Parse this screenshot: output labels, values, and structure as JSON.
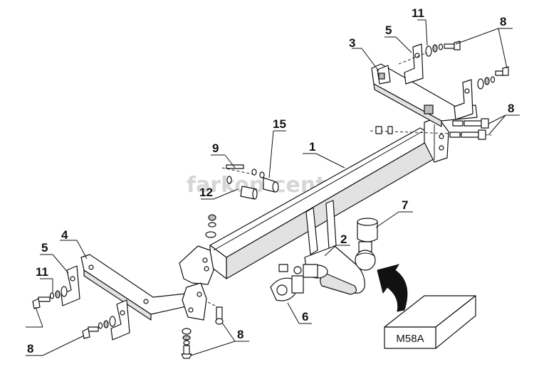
{
  "watermark": "farkop-center.ru",
  "labels": {
    "p1": "1",
    "p2": "2",
    "p3": "3",
    "p4": "4",
    "p5_top": "5",
    "p5_left": "5",
    "p6": "6",
    "p7": "7",
    "p8_top": "8",
    "p8_right": "8",
    "p8_left": "8",
    "p8_bottom": "8",
    "p9": "9",
    "p11_top": "11",
    "p11_left": "11",
    "p12": "12",
    "p15": "15"
  },
  "model_box": "M58A"
}
